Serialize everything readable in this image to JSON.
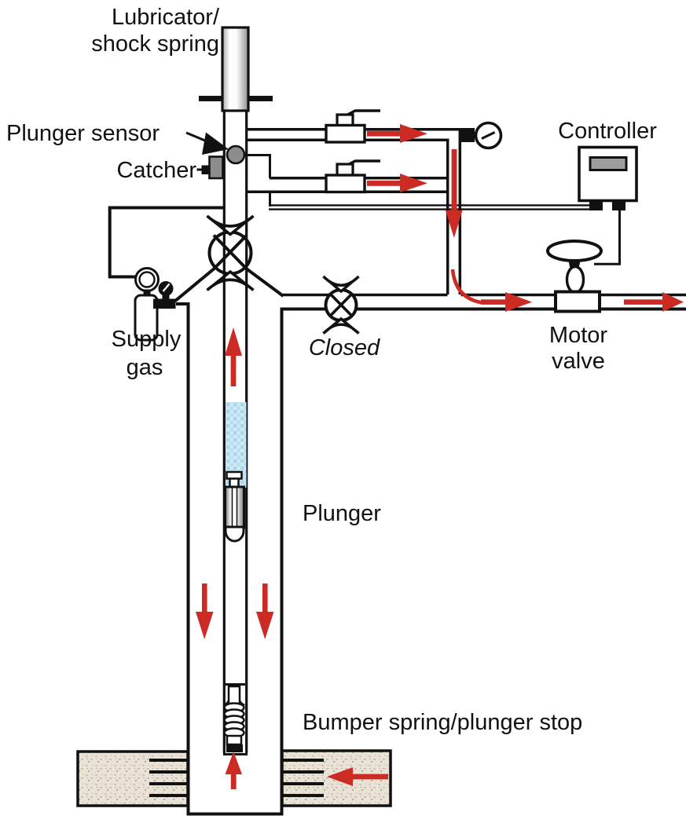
{
  "diagram": {
    "labels": {
      "lubricator_1": "Lubricator/",
      "lubricator_2": "shock spring",
      "plunger_sensor": "Plunger sensor",
      "catcher": "Catcher",
      "controller": "Controller",
      "supply_1": "Supply",
      "supply_2": "gas",
      "closed": "Closed",
      "motor_1": "Motor",
      "motor_2": "valve",
      "plunger": "Plunger",
      "bumper": "Bumper spring/plunger stop"
    },
    "colors": {
      "arrow_red": "#cc2b24",
      "liquid_blue": "#cfe9f5",
      "ground_beige": "#e9e2d6",
      "component_gray": "#8c8c8c",
      "display_gray": "#9e9e9e"
    }
  }
}
